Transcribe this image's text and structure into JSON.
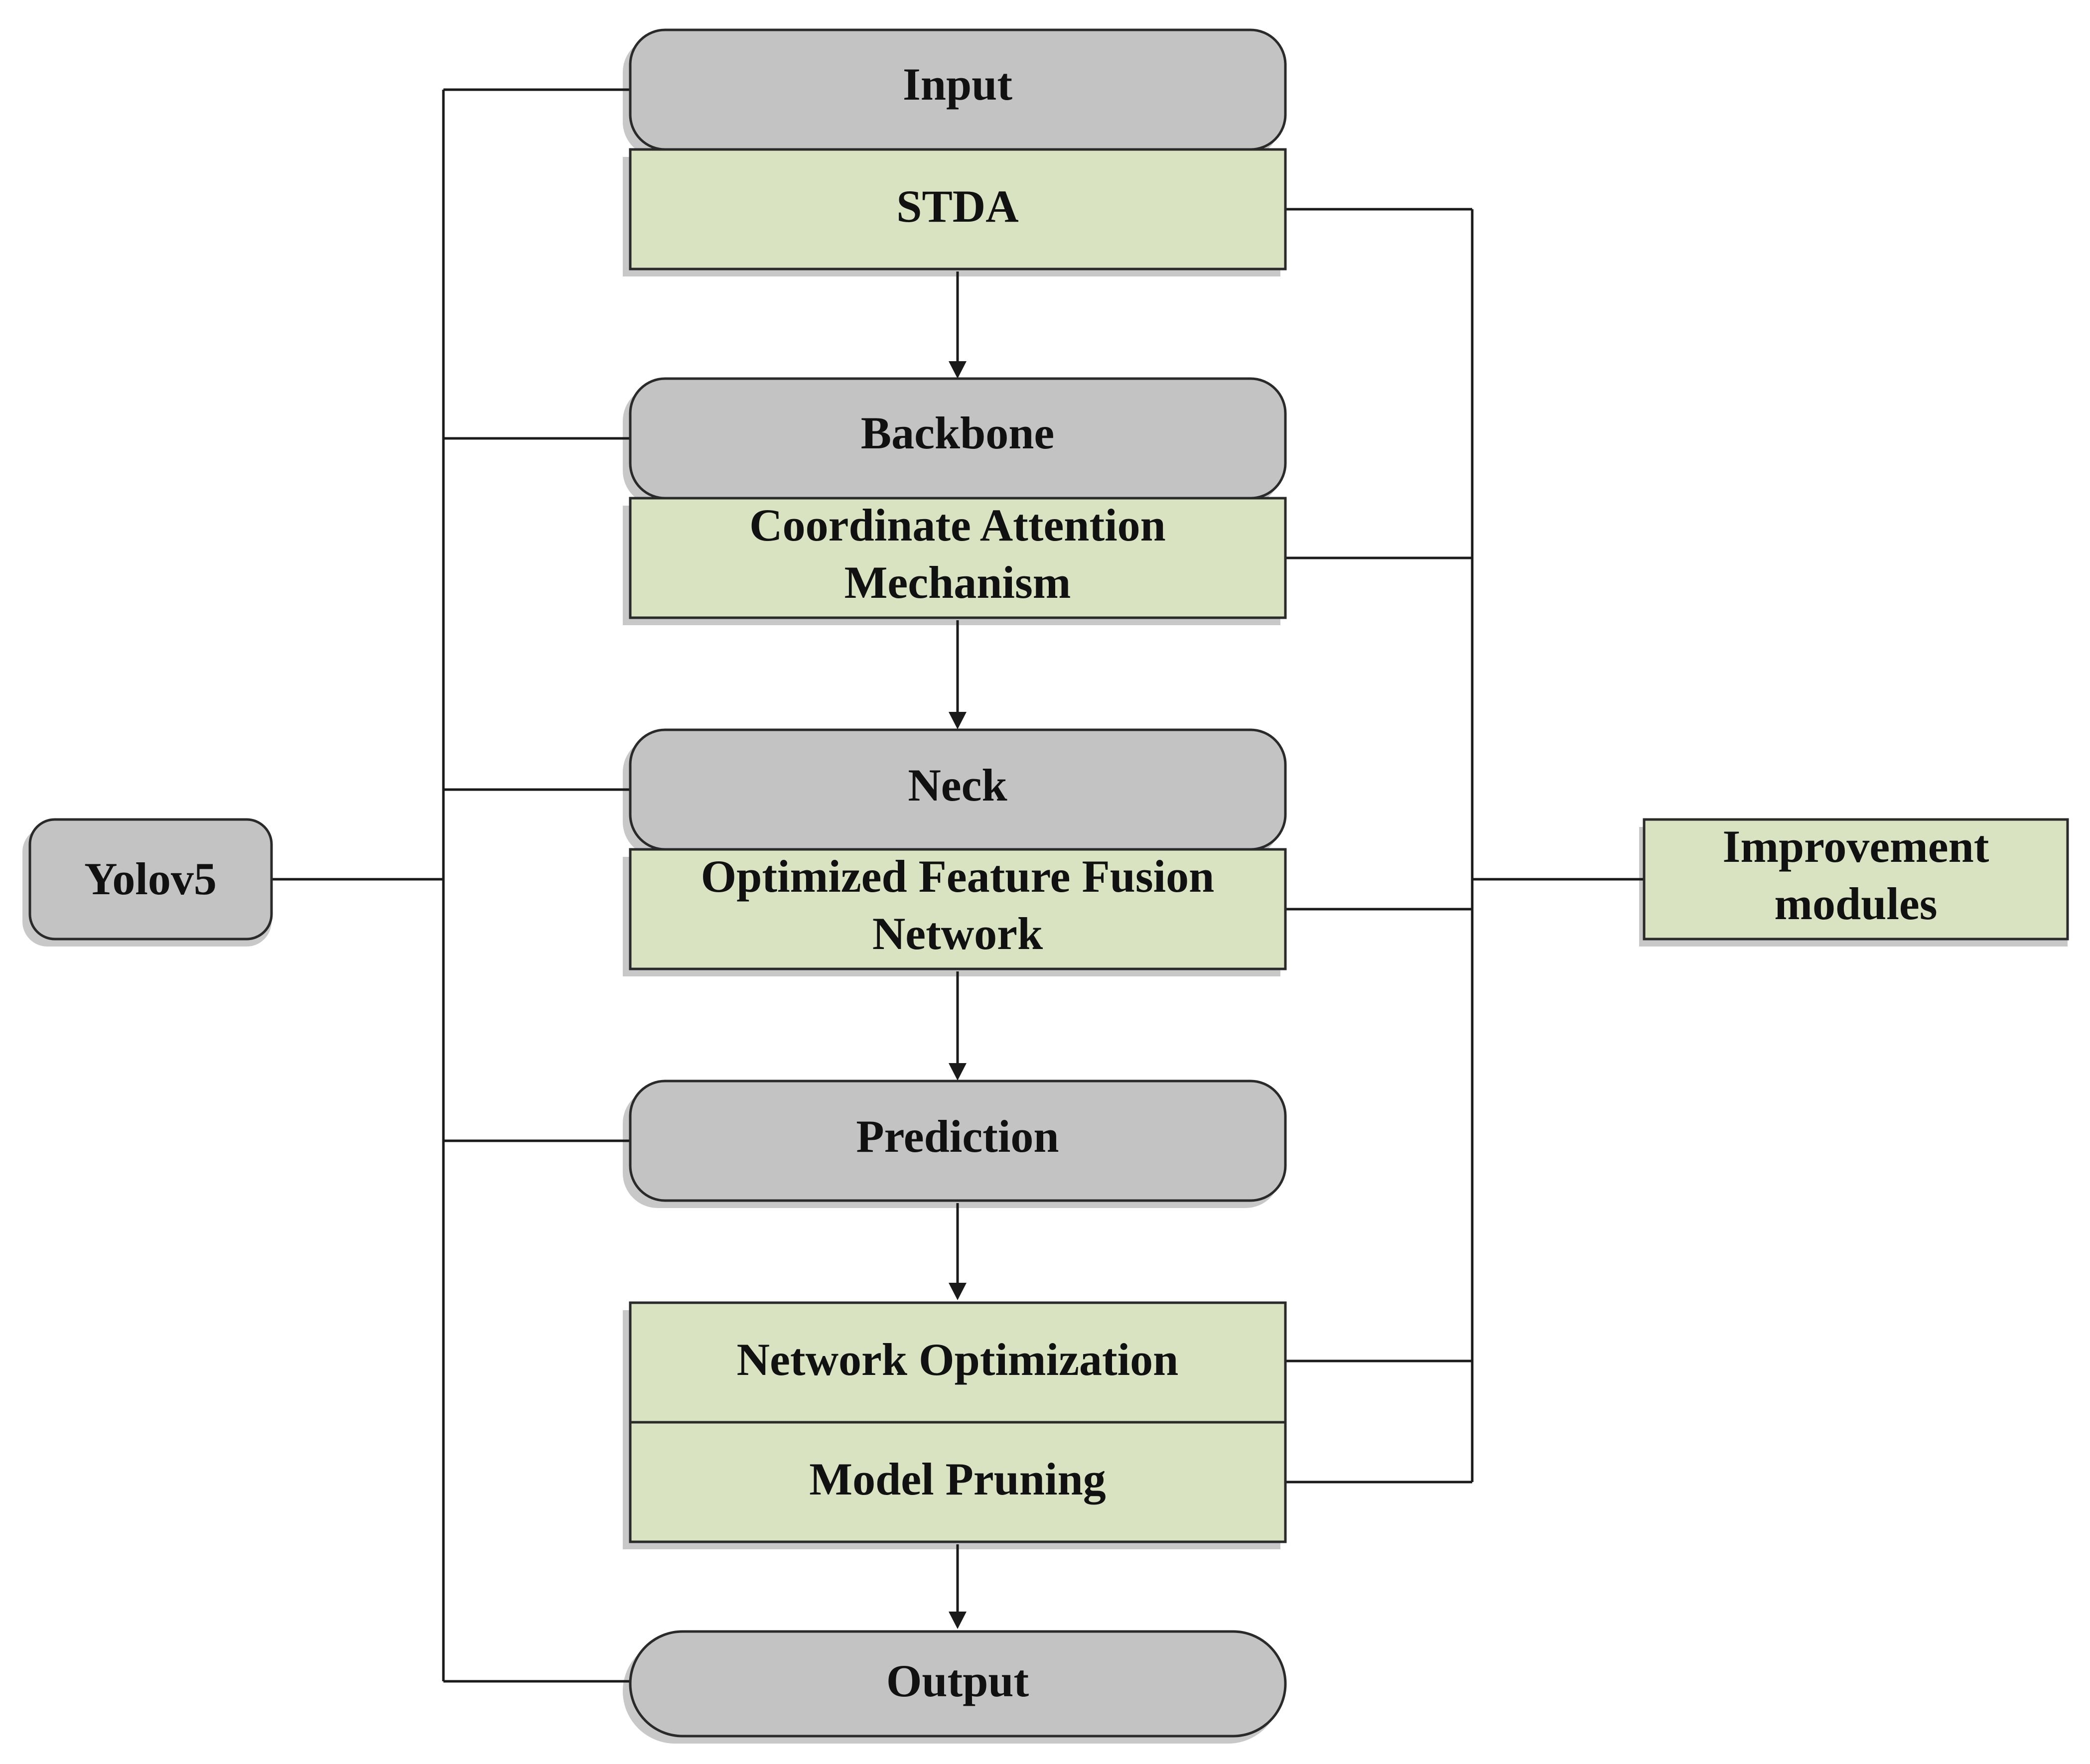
{
  "nodes": {
    "input": "Input",
    "stda": "STDA",
    "backbone": "Backbone",
    "coordinate_attention": [
      "Coordinate Attention",
      "Mechanism"
    ],
    "neck": "Neck",
    "optimized_feature_fusion": [
      "Optimized Feature Fusion",
      "Network"
    ],
    "prediction": "Prediction",
    "network_optimization": "Network Optimization",
    "model_pruning": "Model Pruning",
    "output": "Output",
    "yolov5": "Yolov5",
    "improvement_modules": [
      "Improvement",
      "modules"
    ]
  },
  "colors": {
    "gray_box": "#c3c3c3",
    "green_box": "#d9e3c1",
    "line": "#1a1a1a"
  }
}
